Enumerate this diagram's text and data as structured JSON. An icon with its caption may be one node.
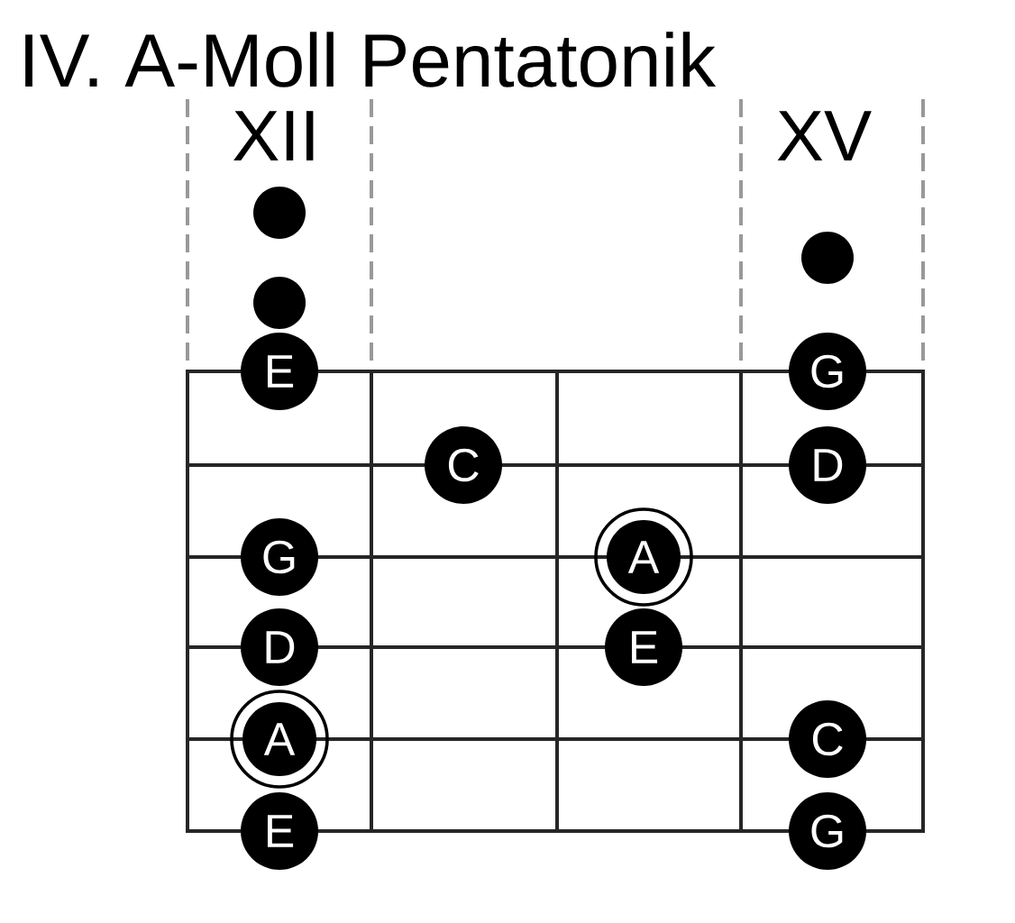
{
  "diagram": {
    "title": "IV. A-Moll Pentatonik",
    "nodes": [
      {
        "text": [],
        "shape": "circle"
      },
      {
        "text": [],
        "shape": "circle"
      },
      {
        "text": [],
        "shape": "circle"
      },
      {
        "text": [
          "E"
        ]
      },
      {
        "text": [
          "G"
        ]
      },
      {
        "text": [
          "C"
        ]
      },
      {
        "text": [
          "D"
        ]
      },
      {
        "text": [
          "G"
        ]
      },
      {
        "text": [
          "A"
        ]
      },
      {
        "text": [
          "D"
        ]
      },
      {
        "text": [
          "E"
        ]
      },
      {
        "text": [
          "A"
        ]
      },
      {
        "text": [
          "C"
        ]
      },
      {
        "text": [
          "E"
        ]
      },
      {
        "text": [
          "G"
        ]
      }
    ],
    "labels": [
      "XII",
      "XV"
    ]
  }
}
